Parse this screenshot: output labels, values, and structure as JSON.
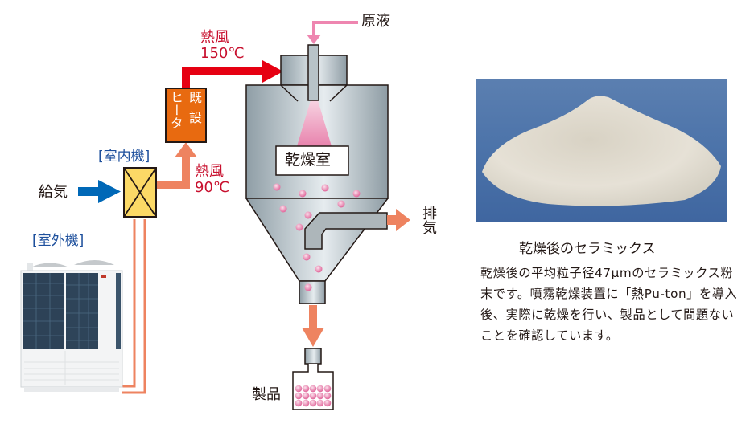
{
  "diagram": {
    "labels": {
      "hot_air_150": {
        "line1": "熱風",
        "line2": "150℃"
      },
      "hot_air_90": {
        "line1": "熱風",
        "line2": "90℃"
      },
      "raw_liquid": "原液",
      "existing_heater_col1": "ヒータ",
      "existing_heater_col2": "既設",
      "indoor_unit": "[室内機]",
      "supply_air": "給気",
      "outdoor_unit": "[室外機]",
      "drying_chamber": "乾燥室",
      "exhaust_line1": "排",
      "exhaust_line2": "気",
      "product": "製品"
    },
    "colors": {
      "hot_air_150": "#e60012",
      "hot_air_90": "#ee8360",
      "supply_air": "#0068b7",
      "raw_liquid": "#ee86b0",
      "heater": "#e86a10",
      "indoor_unit": "#fcd966",
      "label_red": "#c8102e",
      "label_blue": "#1d4f9c",
      "particle": "#e87aa8"
    }
  },
  "photo_caption": {
    "title": "乾燥後のセラミックス",
    "body": "乾燥後の平均粒子径47μmのセラミックス粉末です。噴霧乾燥装置に「熱Pu-ton」を導入後、実際に乾燥を行い、製品として問題ないことを確認しています。"
  }
}
